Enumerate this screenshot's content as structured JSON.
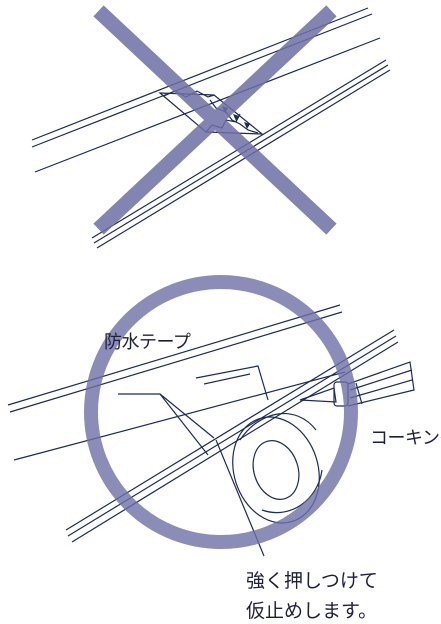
{
  "labels": {
    "tape": "防水テープ",
    "caulking": "コーキング",
    "note_line1": "強く押しつけて",
    "note_line2": "仮止めします。"
  },
  "colors": {
    "line": "#1e2a5a",
    "mark": "#6f6fa6",
    "text": "#1f1f3a"
  },
  "icons": {
    "wrong": "cross-mark-icon",
    "right": "circle-mark-icon"
  }
}
